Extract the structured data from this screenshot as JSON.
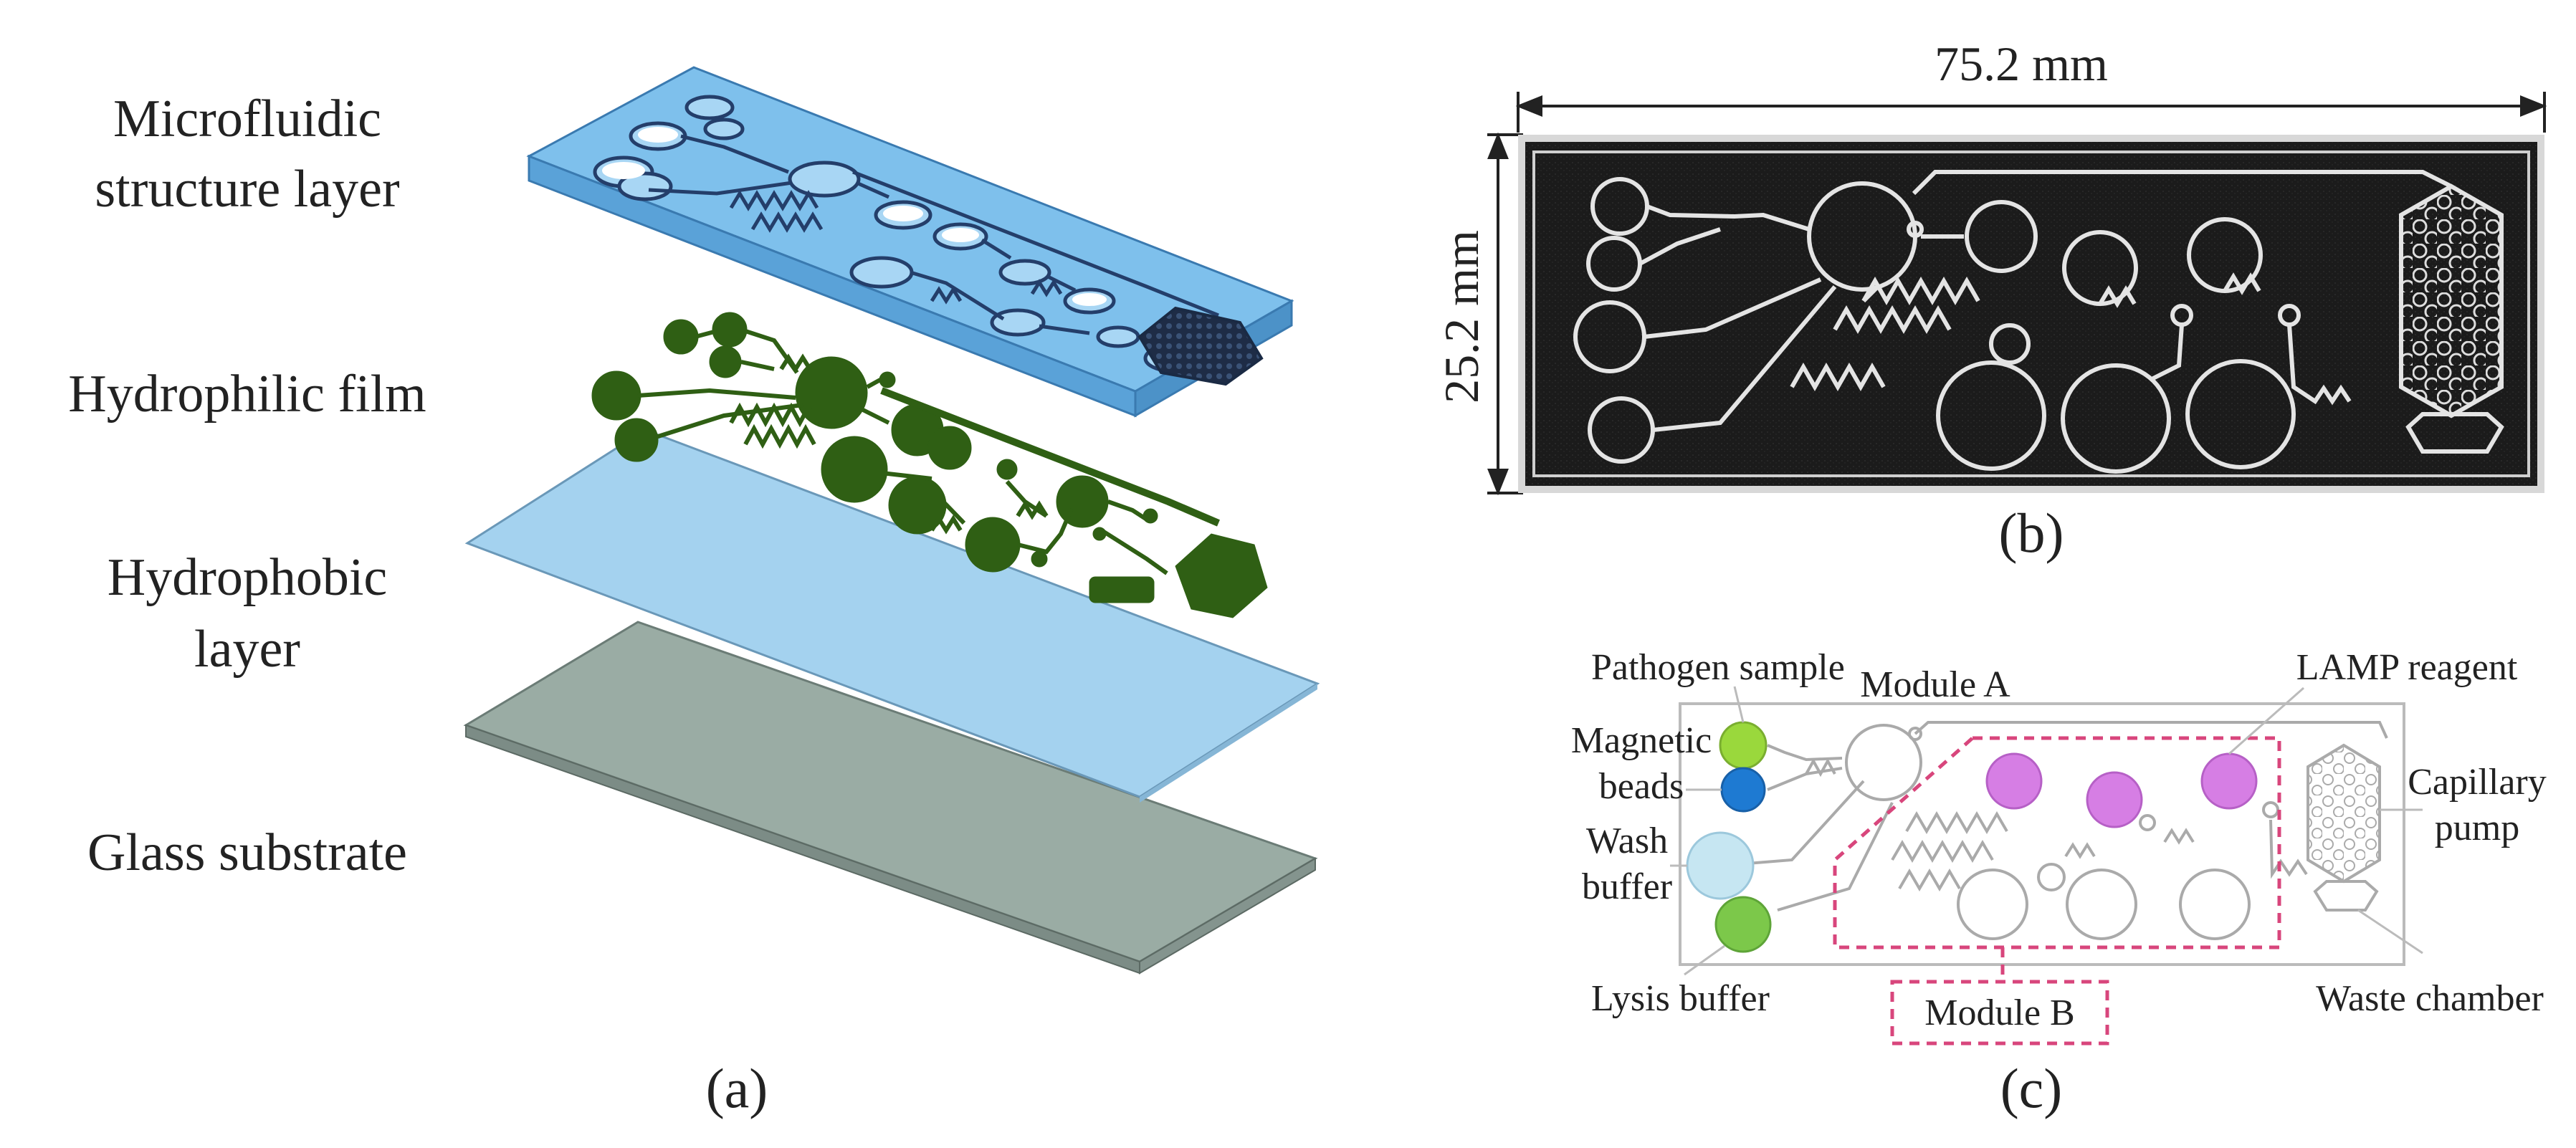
{
  "panel_a": {
    "caption": "(a)",
    "layers": {
      "microfluidic_line1": "Microfluidic",
      "microfluidic_line2": "structure layer",
      "hydrophilic": "Hydrophilic film",
      "hydrophobic_line1": "Hydrophobic",
      "hydrophobic_line2": "layer",
      "glass": "Glass substrate"
    }
  },
  "panel_b": {
    "caption": "(b)",
    "width_label": "75.2 mm",
    "height_label": "25.2 mm"
  },
  "panel_c": {
    "caption": "(c)",
    "labels": {
      "pathogen_sample": "Pathogen sample",
      "magnetic_line1": "Magnetic",
      "magnetic_line2": "beads",
      "wash_line1": "Wash",
      "wash_line2": "buffer",
      "lysis": "Lysis buffer",
      "module_a": "Module A",
      "module_b": "Module B",
      "lamp": "LAMP reagent",
      "capillary_line1": "Capillary",
      "capillary_line2": "pump",
      "waste": "Waste chamber"
    }
  },
  "colors": {
    "structure_blue": "#7ec0ec",
    "film_green": "#2f5f14",
    "hydrophobic_blue": "#a4d2ef",
    "glass_gray": "#9aaca4",
    "pathogen": "#9ad83c",
    "magnetic": "#1e7ad2",
    "wash": "#c6e6f2",
    "lysis": "#7cc84a",
    "lamp": "#d67ee4",
    "module_b_border": "#d8467c"
  }
}
